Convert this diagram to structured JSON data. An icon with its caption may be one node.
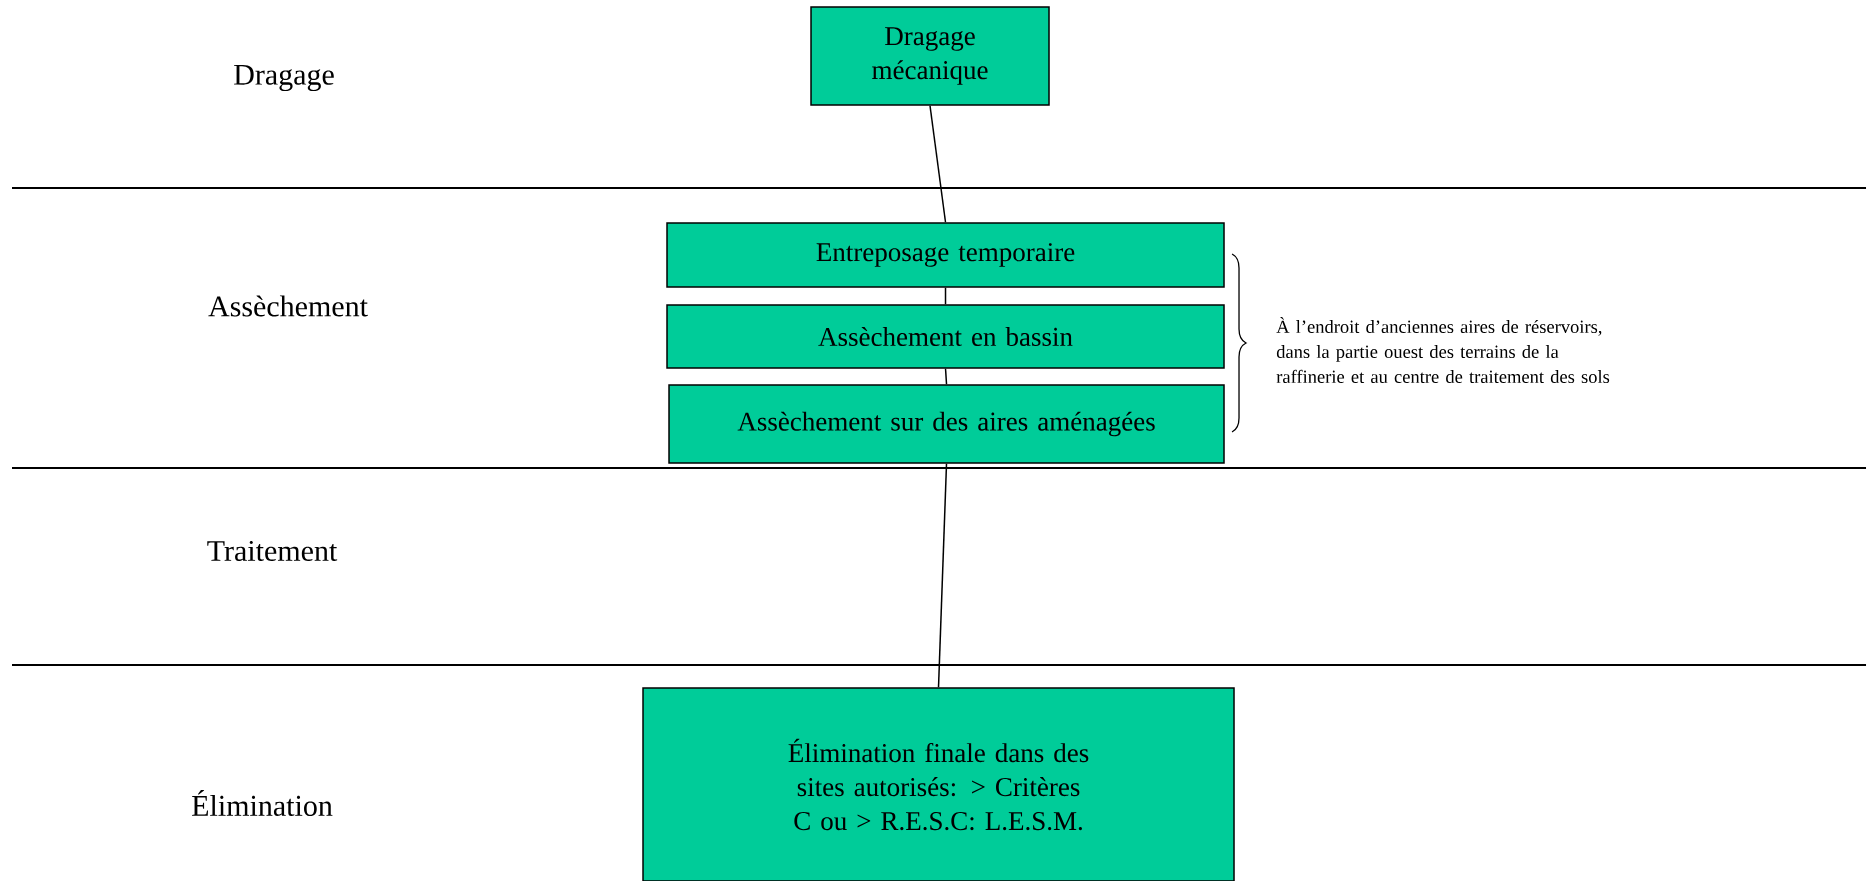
{
  "diagram": {
    "nodes": [
      {
        "text": [
          "Dragage mécanique"
        ]
      },
      {
        "text": [
          "Entreposage temporaire"
        ]
      },
      {
        "text": [
          "Assèchement en bassin"
        ]
      },
      {
        "text": [
          "Assèchement sur des aires aménagées"
        ]
      },
      {
        "text": [
          "Élimination finale dans des sites autorisés: > Critères C ou > R.E.S.C: L.E.S.M."
        ]
      }
    ],
    "edges": [
      {
        "from": 0,
        "to": 1,
        "arrow": "none"
      },
      {
        "from": 1,
        "to": 2,
        "arrow": "none"
      },
      {
        "from": 2,
        "to": 3,
        "arrow": "none"
      },
      {
        "from": 3,
        "to": 4,
        "arrow": "none"
      }
    ],
    "labels": [
      "Dragage",
      "Assèchement",
      "À l’endroit d’anciennes aires de réservoirs, dans la partie ouest des terrains de la raffinerie et au centre de traitement des sols",
      "Traitement",
      "Élimination"
    ]
  }
}
